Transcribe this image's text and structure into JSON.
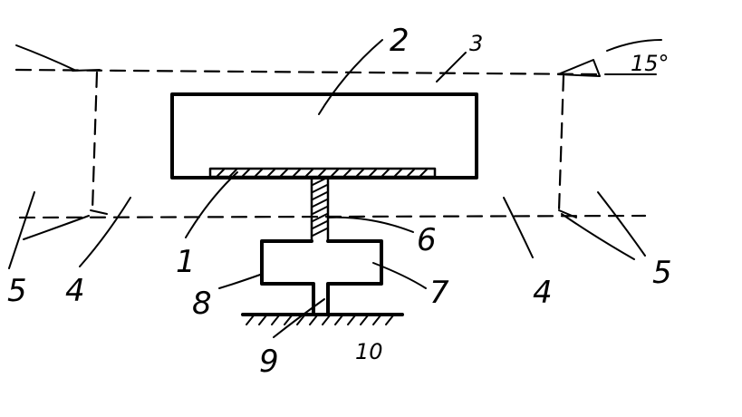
{
  "labels": {
    "l1": "1",
    "l2": "2",
    "l3": "3",
    "l4a": "4",
    "l4b": "4",
    "l5a": "5",
    "l5b": "5",
    "l6": "6",
    "l7": "7",
    "l8": "8",
    "l9": "9",
    "l10": "10",
    "angle": "15°"
  }
}
